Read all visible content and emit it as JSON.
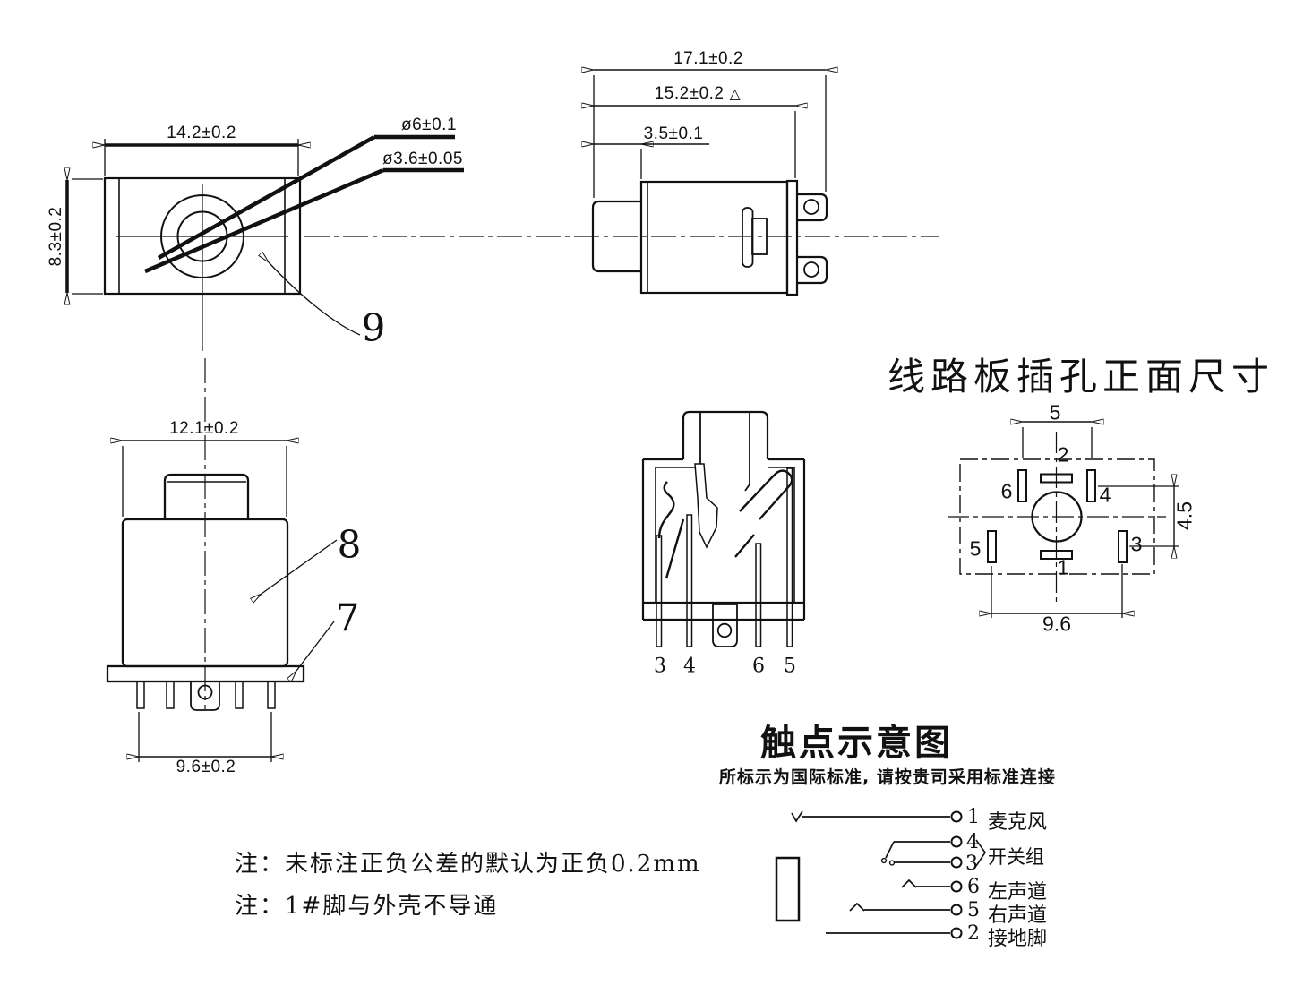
{
  "front_view": {
    "part_label": "9",
    "dim_width": "14.2±0.2",
    "dim_height": "8.3±0.2",
    "dim_outer_dia": "ø6±0.1",
    "dim_inner_dia": "ø3.6±0.05"
  },
  "side_view": {
    "dim_overall": "17.1±0.2",
    "dim_body": "15.2±0.2",
    "dim_body_flag": "△",
    "dim_front": "3.5±0.1"
  },
  "bottom_view": {
    "part_label_body": "8",
    "part_label_base": "7",
    "dim_width": "12.1±0.2",
    "dim_pin_span": "9.6±0.2"
  },
  "section_view": {
    "pin_3": "3",
    "pin_4": "4",
    "pin_6": "6",
    "pin_5": "5"
  },
  "pcb_view": {
    "title": "线路板插孔正面尺寸",
    "dim_top": "5",
    "dim_right": "4.5",
    "dim_bottom": "9.6",
    "pad_top": "2",
    "pad_bottom": "1",
    "pad_upper_left": "6",
    "pad_upper_right": "4",
    "pad_lower_left": "5",
    "pad_lower_right": "3"
  },
  "contact_diagram": {
    "title": "触点示意图",
    "subtitle": "所标示为国际标准, 请按贵司采用标准连接",
    "switch_group": "开关组",
    "rows": [
      {
        "pin": "1",
        "label": "麦克风"
      },
      {
        "pin": "4",
        "label": ""
      },
      {
        "pin": "3",
        "label": ""
      },
      {
        "pin": "6",
        "label": "左声道"
      },
      {
        "pin": "5",
        "label": "右声道"
      },
      {
        "pin": "2",
        "label": "接地脚"
      }
    ]
  },
  "notes": {
    "line1": "注：未标注正负公差的默认为正负0.2mm",
    "line2": "注：1#脚与外壳不导通"
  }
}
